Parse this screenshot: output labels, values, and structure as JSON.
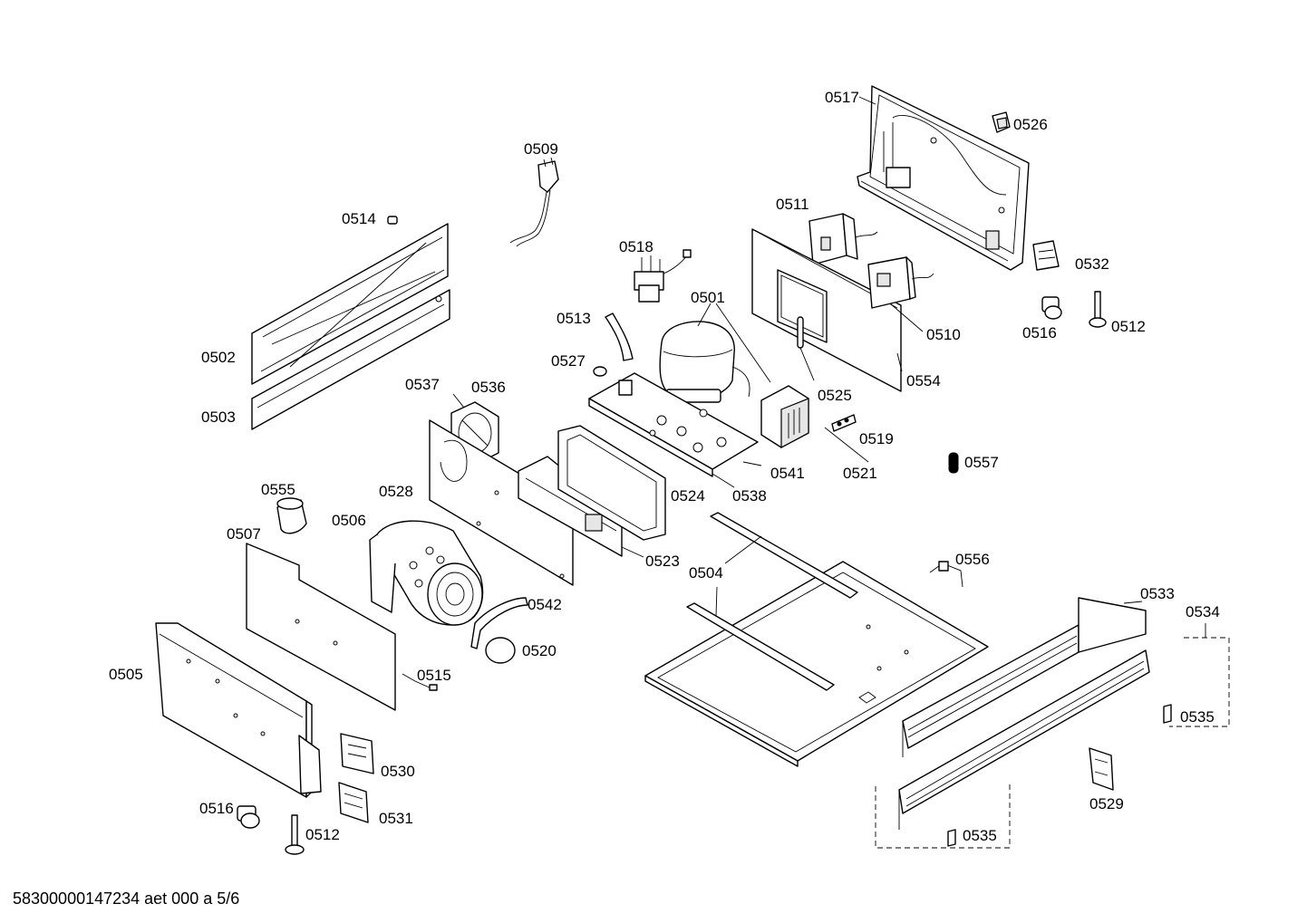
{
  "footer": "58300000147234 aet 000 a 5/6",
  "colors": {
    "line": "#000000",
    "background": "#ffffff"
  },
  "labels": [
    {
      "id": "p0517",
      "text": "0517"
    },
    {
      "id": "p0526",
      "text": "0526"
    },
    {
      "id": "p0509",
      "text": "0509"
    },
    {
      "id": "p0514",
      "text": "0514"
    },
    {
      "id": "p0511",
      "text": "0511"
    },
    {
      "id": "p0518",
      "text": "0518"
    },
    {
      "id": "p0532",
      "text": "0532"
    },
    {
      "id": "p0501",
      "text": "0501"
    },
    {
      "id": "p0513",
      "text": "0513"
    },
    {
      "id": "p0510",
      "text": "0510"
    },
    {
      "id": "p0516a",
      "text": "0516"
    },
    {
      "id": "p0512a",
      "text": "0512"
    },
    {
      "id": "p0502",
      "text": "0502"
    },
    {
      "id": "p0527",
      "text": "0527"
    },
    {
      "id": "p0554",
      "text": "0554"
    },
    {
      "id": "p0537",
      "text": "0537"
    },
    {
      "id": "p0536",
      "text": "0536"
    },
    {
      "id": "p0525",
      "text": "0525"
    },
    {
      "id": "p0503",
      "text": "0503"
    },
    {
      "id": "p0519",
      "text": "0519"
    },
    {
      "id": "p0557",
      "text": "0557"
    },
    {
      "id": "p0541",
      "text": "0541"
    },
    {
      "id": "p0521",
      "text": "0521"
    },
    {
      "id": "p0555",
      "text": "0555"
    },
    {
      "id": "p0528",
      "text": "0528"
    },
    {
      "id": "p0524",
      "text": "0524"
    },
    {
      "id": "p0538",
      "text": "0538"
    },
    {
      "id": "p0506",
      "text": "0506"
    },
    {
      "id": "p0507",
      "text": "0507"
    },
    {
      "id": "p0523",
      "text": "0523"
    },
    {
      "id": "p0556",
      "text": "0556"
    },
    {
      "id": "p0504",
      "text": "0504"
    },
    {
      "id": "p0533",
      "text": "0533"
    },
    {
      "id": "p0542",
      "text": "0542"
    },
    {
      "id": "p0534",
      "text": "0534"
    },
    {
      "id": "p0520",
      "text": "0520"
    },
    {
      "id": "p0505",
      "text": "0505"
    },
    {
      "id": "p0515",
      "text": "0515"
    },
    {
      "id": "p0535a",
      "text": "0535"
    },
    {
      "id": "p0530",
      "text": "0530"
    },
    {
      "id": "p0529",
      "text": "0529"
    },
    {
      "id": "p0516b",
      "text": "0516"
    },
    {
      "id": "p0531",
      "text": "0531"
    },
    {
      "id": "p0512b",
      "text": "0512"
    },
    {
      "id": "p0535b",
      "text": "0535"
    }
  ]
}
